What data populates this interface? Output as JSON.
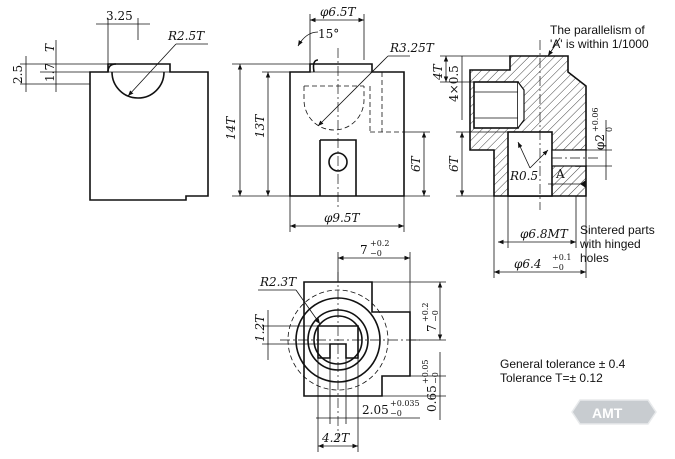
{
  "dims": {
    "d_3_25": "3.25",
    "r_2_5": "R2.5T",
    "d_2_5": "2.5",
    "d_1_7": "1.7",
    "t_label": "T",
    "phi_6_5": "φ6.5T",
    "angle_15": "15°",
    "r_3_25": "R3.25T",
    "d_14": "14T",
    "d_13": "13T",
    "d_6a": "6T",
    "d_6b": "6T",
    "phi_9_5": "φ9.5T",
    "d_4t": "4T",
    "d_4x05": "4×0.5",
    "phi_2": "φ2",
    "phi_2_tol_up": "+0.06",
    "phi_2_tol_dn": "0",
    "r_0_5": "R0.5",
    "datum_a": "A",
    "phi_6_8": "φ6.8MT",
    "phi_6_4": "φ6.4",
    "phi_6_4_tol_up": "+0.1",
    "phi_6_4_tol_dn": "−0",
    "d_7": "7",
    "d_7_tol_up": "+0.2",
    "d_7_tol_dn": "−0",
    "r_2_3": "R2.3T",
    "d_1_2": "1.2T",
    "d_7v": "7",
    "d_7v_tol_up": "+0.2",
    "d_7v_tol_dn": "−0",
    "d_0_65": "0.65",
    "d_0_65_tol_up": "+0.05",
    "d_0_65_tol_dn": "−0",
    "d_2_05": "2.05",
    "d_2_05_tol_up": "+0.035",
    "d_2_05_tol_dn": "−0",
    "d_4_2": "4.2T"
  },
  "notes": {
    "parallel_1": "The parallelism of",
    "parallel_2": "'A' is within 1/1000",
    "sintered_1": "Sintered parts",
    "sintered_2": "with hinged",
    "sintered_3": "holes",
    "general_tol": "General tolerance ± 0.4",
    "tol_t": "Tolerance T=± 0.12"
  },
  "logo": {
    "text": "AMT"
  }
}
